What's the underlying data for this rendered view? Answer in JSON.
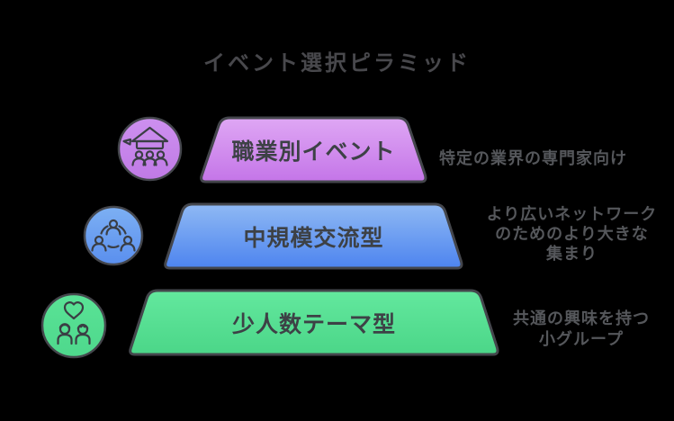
{
  "title": "イベント選択ピラミッド",
  "colors": {
    "background": "#000000",
    "title_text": "#48484c",
    "tier_label_text": "#3d4146",
    "description_text": "#55575b",
    "outline": "#44464c",
    "icon_stroke": "#3a3e44"
  },
  "tiers": [
    {
      "label": "職業別イベント",
      "description": "特定の業界の専門家向け",
      "icon": "conference-booth-icon",
      "fill_gradient": [
        "#dfa7f4",
        "#c475e8"
      ],
      "badge_gradient": [
        "#cd90ef",
        "#c07ae6"
      ]
    },
    {
      "label": "中規模交流型",
      "description": "より広いネットワーク\nのためのより大きな\n集まり",
      "icon": "people-network-icon",
      "fill_gradient": [
        "#8fb9f4",
        "#4d84ef"
      ],
      "badge_gradient": [
        "#7db0f3",
        "#5a8fee"
      ]
    },
    {
      "label": "少人数テーマ型",
      "description": "共通の興味を持つ\n小グループ",
      "icon": "couple-heart-icon",
      "fill_gradient": [
        "#63e89e",
        "#4bd688"
      ],
      "badge_gradient": [
        "#5ae396",
        "#4ed88c"
      ]
    }
  ]
}
